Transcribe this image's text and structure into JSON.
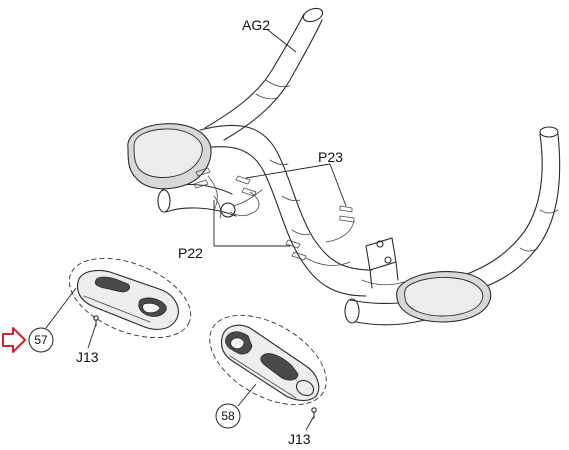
{
  "labels": {
    "handlebar": "AG2",
    "sensor_upper": "P23",
    "sensor_lower": "P22",
    "screw_left": "J13",
    "screw_right": "J13"
  },
  "callouts": {
    "left_cover": "57",
    "right_cover": "58"
  },
  "highlight": {
    "target": "57",
    "arrow_color": "#d0242b"
  }
}
